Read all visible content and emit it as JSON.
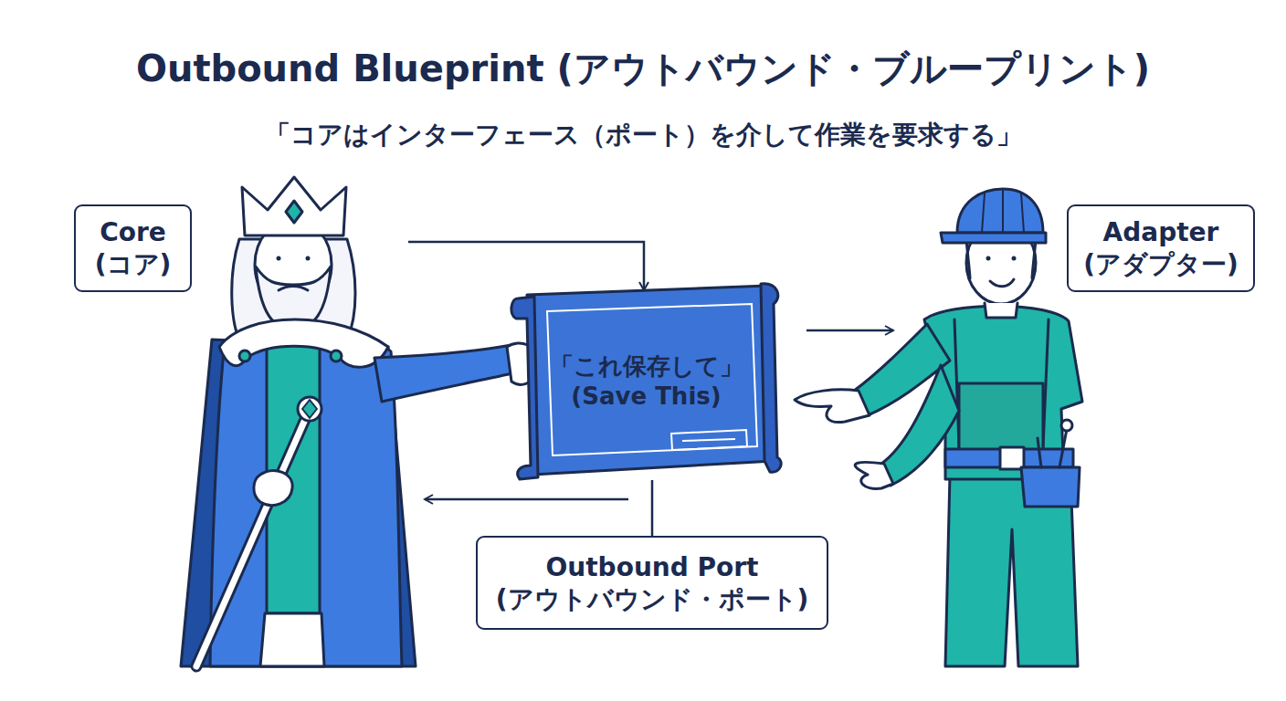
{
  "diagram": {
    "title": "Outbound Blueprint (アウトバウンド・ブループリント)",
    "nodes": [
      {
        "text": [
          "Core (コア)"
        ]
      },
      {
        "text": [
          "Adapter (アダプター)"
        ]
      },
      {
        "text": [
          "「これ保存して」 (Save This)"
        ]
      },
      {
        "text": [
          "Outbound Port (アウトバウンド・ポート)"
        ]
      }
    ],
    "edges": [
      {
        "from": 3,
        "to": 2,
        "arrow": "none"
      }
    ],
    "labels": [
      "「コアはインターフェース（ポート）を介して作業を要求する」"
    ]
  }
}
